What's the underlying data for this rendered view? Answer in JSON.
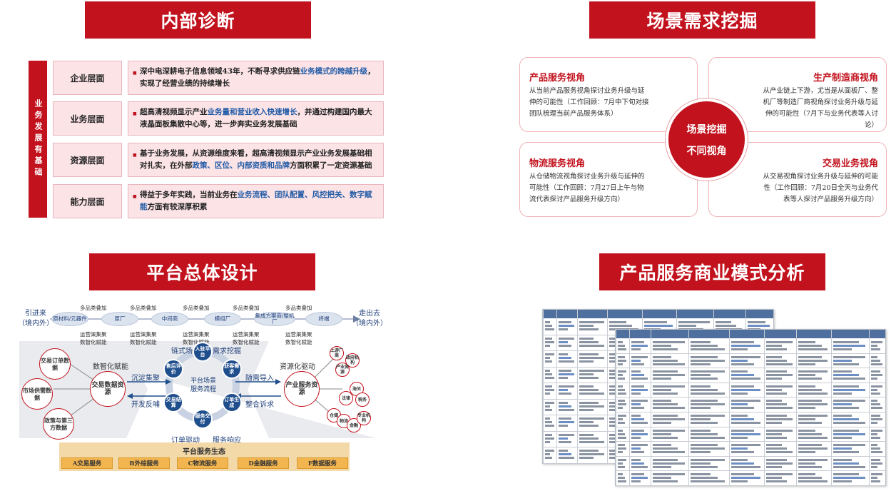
{
  "q1": {
    "title": "内部诊断",
    "side_label": "业务发展有基础",
    "rows": [
      {
        "label": "企业层面",
        "parts": [
          {
            "t": "深中电深耕电子信息领域43年，不断寻求供应链"
          },
          {
            "t": "业务模式的跨越升级",
            "hl": true
          },
          {
            "t": "，实现了经营业绩的持续增长"
          }
        ]
      },
      {
        "label": "业务层面",
        "parts": [
          {
            "t": "超高清视频显示产业"
          },
          {
            "t": "业务量和营业收入快速增长",
            "hl": true
          },
          {
            "t": "，并通过构建国内最大液晶面板集散中心等，进一步奔实业务发展基础"
          }
        ]
      },
      {
        "label": "资源层面",
        "parts": [
          {
            "t": "基于业务发展，从资源维度来看，超高清视频显示产业业务发展基础相对扎实，在外部"
          },
          {
            "t": "政策、区位、内部资质和品牌",
            "hl": true
          },
          {
            "t": "方面积累了一定资源基础"
          }
        ]
      },
      {
        "label": "能力层面",
        "parts": [
          {
            "t": "得益于多年实践，当前业务在"
          },
          {
            "t": "业务流程、团队配置、风控把关、数字赋能",
            "hl": true
          },
          {
            "t": "方面有较深厚积累"
          }
        ]
      }
    ]
  },
  "q2": {
    "title": "场景需求挖掘",
    "center_line1": "场景挖掘",
    "center_line2": "不同视角",
    "boxes": [
      {
        "title": "产品服务视角",
        "text": "从当前产品服务视角探讨业务升级与延伸的可能性（工作回顾：7月中下旬对接团队梳理当前产品服务体系）"
      },
      {
        "title": "生产制造商视角",
        "text": "从产业链上下游，尤当是从面板厂、整机厂等制造厂商视角探讨业务升级与延伸的可能性（7月下与业务代表等人讨论）"
      },
      {
        "title": "物流服务视角",
        "text": "从仓储物流视角探讨业务升级与延伸的可能性（工作回顾：7月27日上午与物流代表探讨产品服务升级方向）"
      },
      {
        "title": "交易业务视角",
        "text": "从交易视角探讨业务升级与延伸的可能性（工作回顾：7月20日全天与业务代表等人探讨产品服务升级方向）"
      }
    ]
  },
  "q3": {
    "title": "平台总体设计",
    "inbound": "引进来\n（境内外）",
    "outbound": "走出去\n（境内外）",
    "chain_nodes": [
      "原材料/元器件",
      "原厂",
      "中间商",
      "模组厂",
      "集成方案商/整机厂",
      "终端"
    ],
    "top_labels": [
      "多品类叠加",
      "多品类叠加",
      "多品类叠加",
      "多品类叠加",
      "多品类叠加"
    ],
    "bottom_labels_1": [
      "运营渠集聚",
      "运营渠集聚",
      "运营渠集聚",
      "运营渠集聚",
      "运营渠集聚"
    ],
    "bottom_labels_2": [
      "数智化赋能",
      "数智化赋能",
      "数智化赋能",
      "数智化赋能",
      "数智化赋能"
    ],
    "left_hub": "交易数据资源",
    "left_satellites": [
      "交易订单数据",
      "市场供需数据",
      "政策与第三方数据"
    ],
    "left_caption": "数智化赋能",
    "arrow_labels": [
      "沉淀集聚",
      "开发反哺",
      "随需导入",
      "整合诉求"
    ],
    "center_top": "链式场景",
    "center_top2": "需求挖掘",
    "center_hub": "平台场景服务流程",
    "center_nodes": [
      "入驻平台",
      "获客需求",
      "订单生成",
      "服务交付",
      "交易结算",
      "售后评价"
    ],
    "right_hub": "产业服务资源",
    "right_caption": "资源化驱动",
    "right_satellites": [
      "上游厂商",
      "政府机构",
      "产业资源",
      "海关",
      "法律",
      "税务",
      "仓储",
      "物流",
      "金融",
      "专业机构"
    ],
    "order_drive": "订单驱动",
    "service_resp": "服务响应",
    "eco_title": "平台服务生态",
    "services": [
      "A交易服务",
      "B外综服务",
      "C物流服务",
      "D金融服务",
      "F数据服务"
    ]
  },
  "q4": {
    "title": "产品服务商业模式分析"
  },
  "colors": {
    "brand_red": "#c2121d",
    "highlight_blue": "#1f5aa6",
    "navy": "#1f4e8c",
    "service_orange": "#f2b550"
  }
}
